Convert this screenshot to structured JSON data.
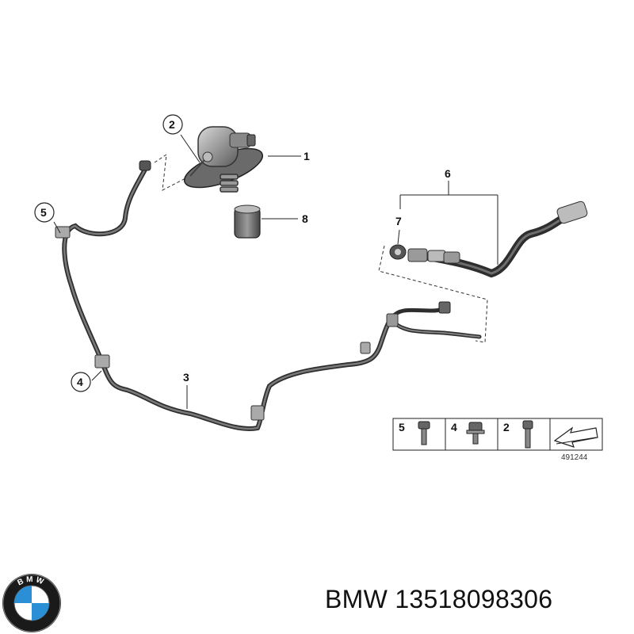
{
  "diagram": {
    "callouts": [
      {
        "id": "c1",
        "label": "1"
      },
      {
        "id": "c2",
        "label": "2"
      },
      {
        "id": "c3",
        "label": "3"
      },
      {
        "id": "c4",
        "label": "4"
      },
      {
        "id": "c5",
        "label": "5"
      },
      {
        "id": "c6",
        "label": "6"
      },
      {
        "id": "c7",
        "label": "7"
      },
      {
        "id": "c8",
        "label": "8"
      }
    ],
    "parts_box": {
      "labels": [
        "5",
        "4",
        "2"
      ],
      "reference_number": "491244"
    }
  },
  "logo": {
    "brand_letters": "BMW",
    "icon": "bmw-roundel-icon",
    "colors": {
      "ring": "#1a1a1a",
      "blue": "#2a8fd4",
      "white": "#ffffff"
    }
  },
  "caption": {
    "brand": "BMW",
    "part_number": "13518098306"
  }
}
